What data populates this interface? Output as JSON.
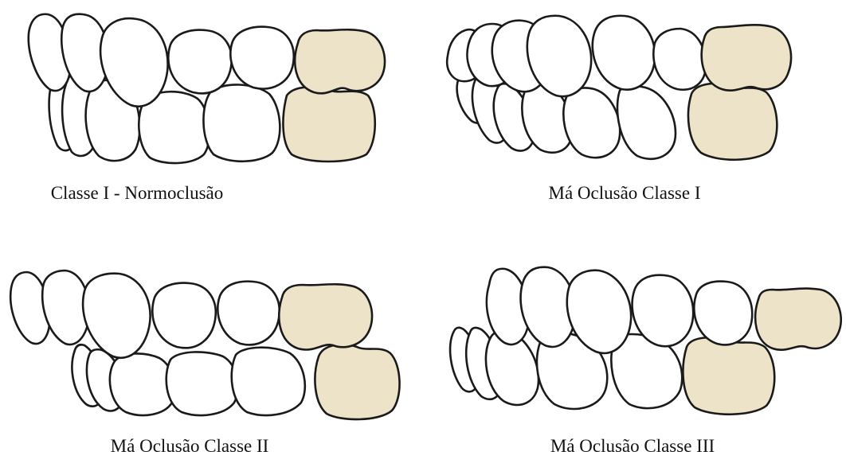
{
  "colors": {
    "tooth_fill": "#ffffff",
    "molar_fill": "#ece3c8",
    "outline": "#1a1a1a",
    "background": "#ffffff"
  },
  "panels": [
    {
      "caption": "Classe I - Normoclusão"
    },
    {
      "caption": "Má Oclusão Classe I"
    },
    {
      "caption": "Má Oclusão Classe II"
    },
    {
      "caption": "Má Oclusão Classe III"
    }
  ]
}
